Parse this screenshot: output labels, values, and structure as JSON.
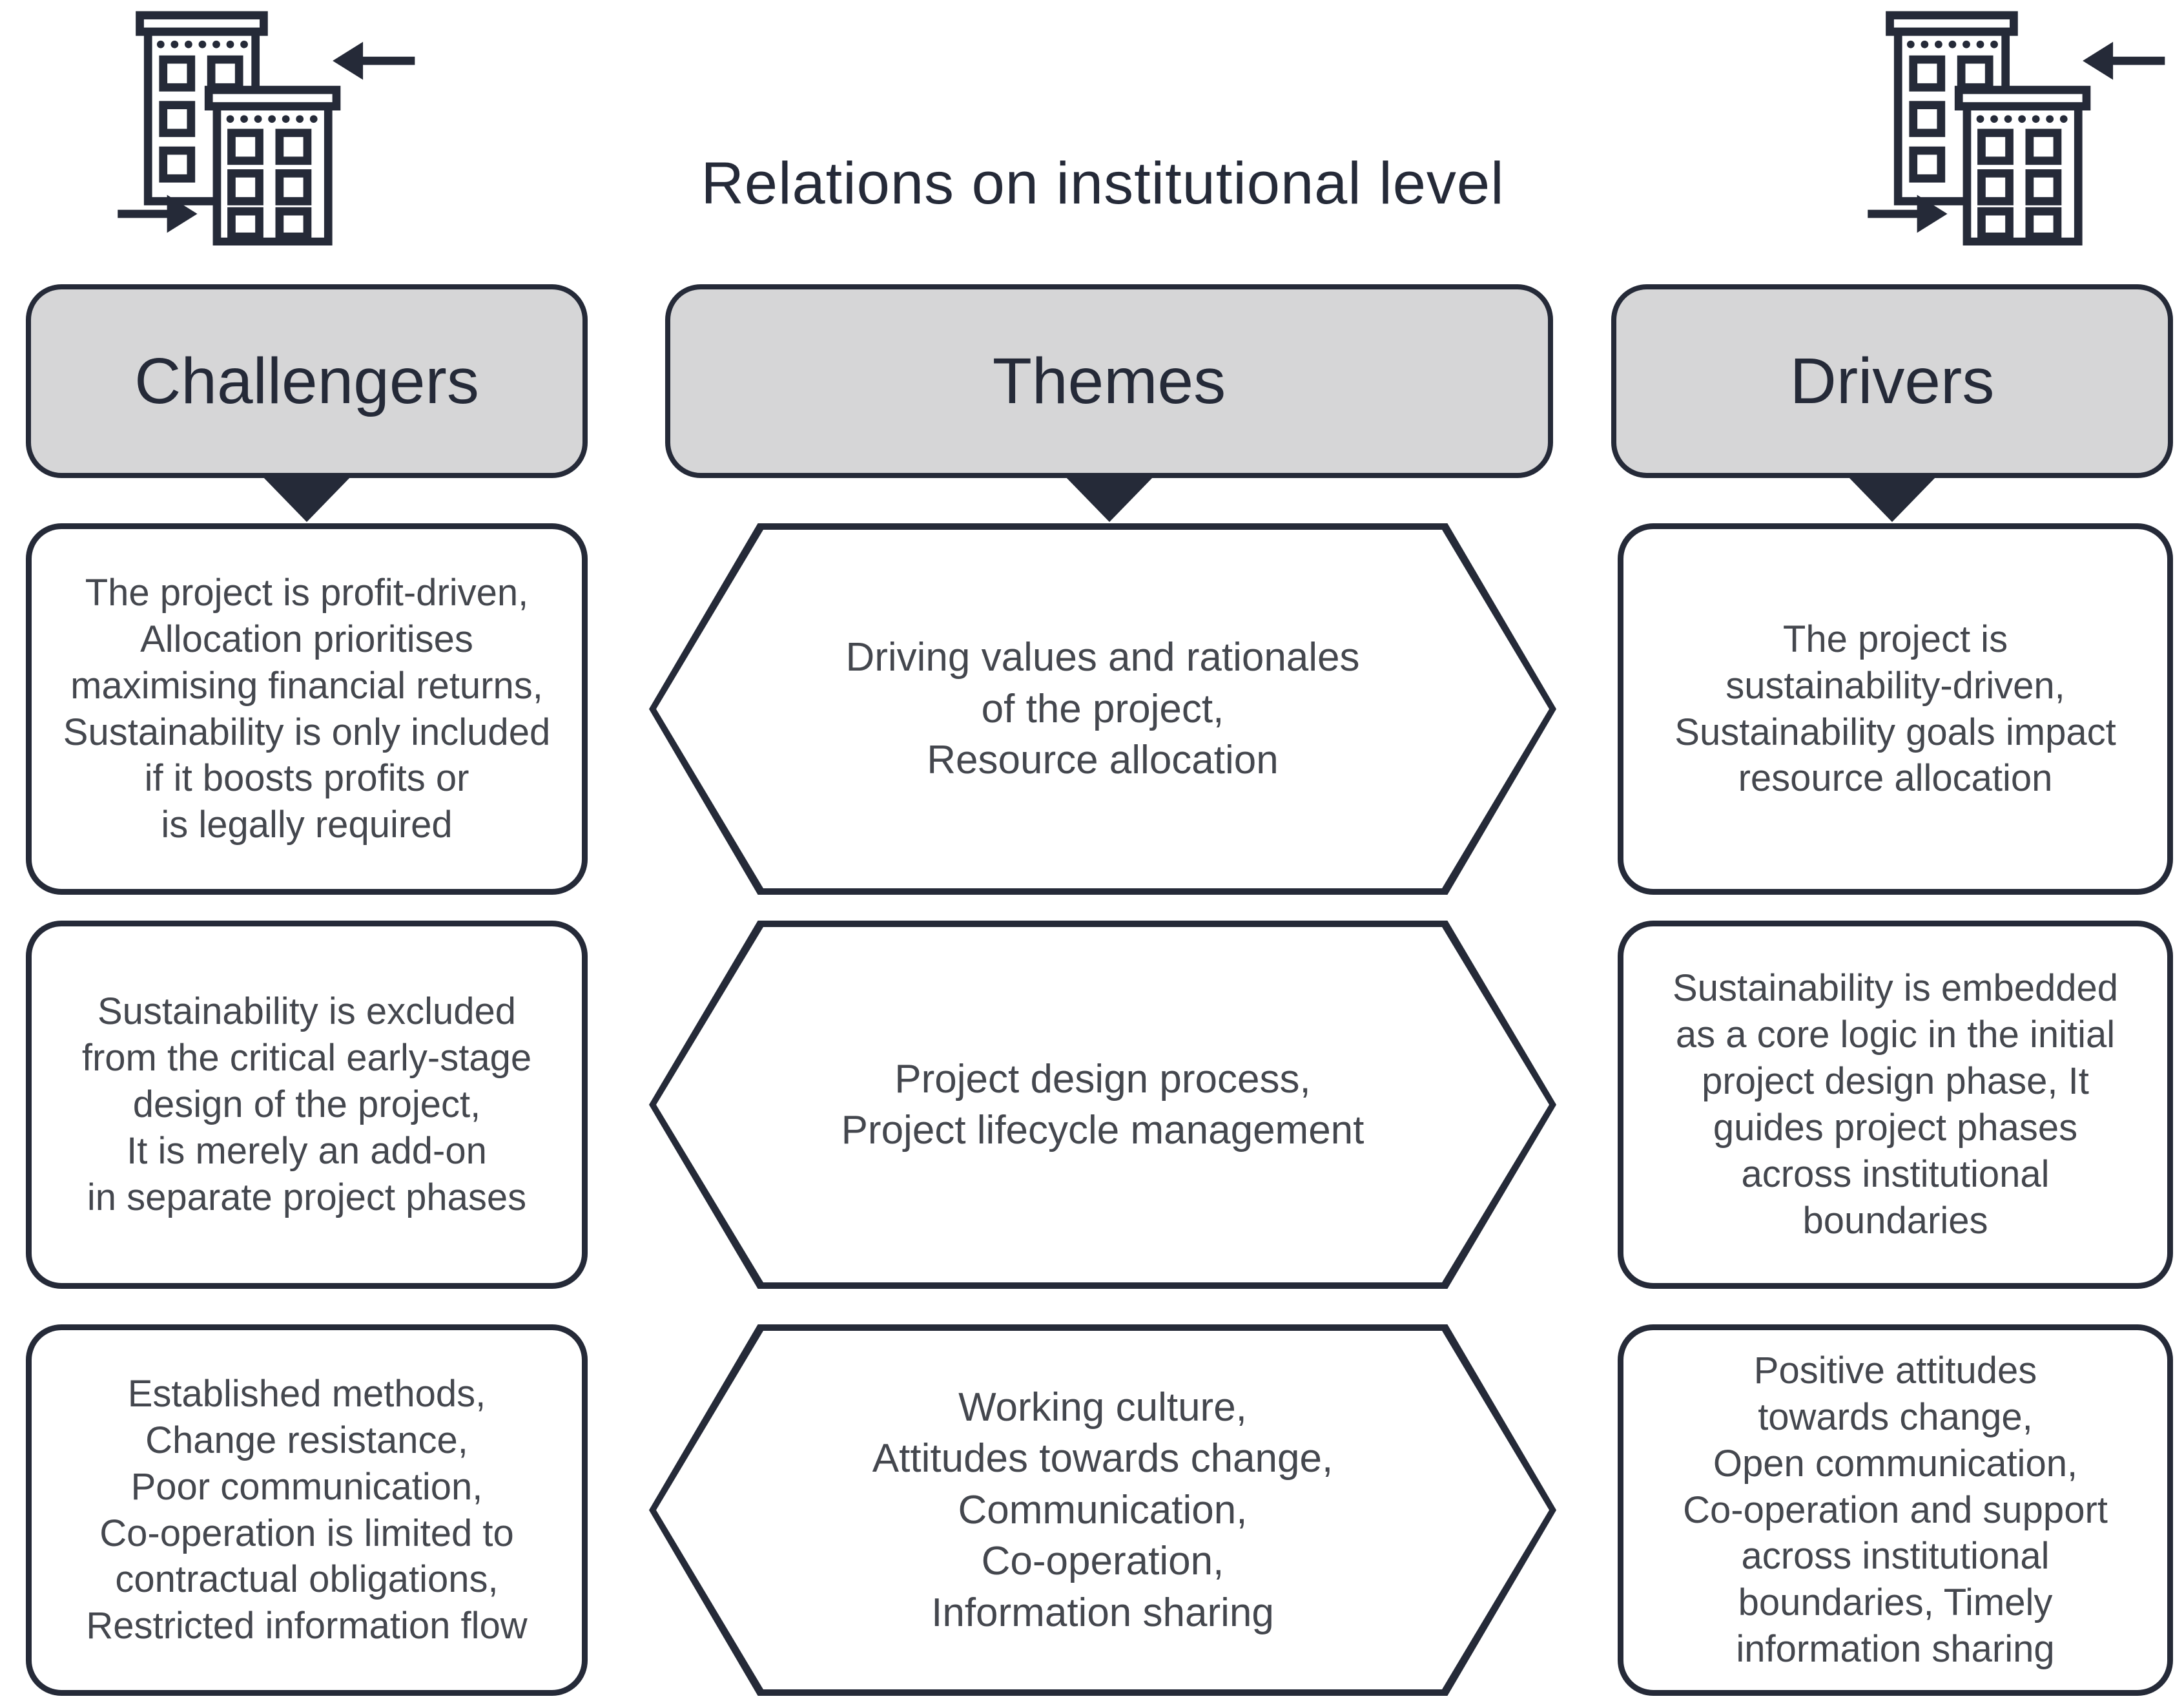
{
  "title": "Relations on institutional level",
  "columns": [
    {
      "header": "Challengers",
      "shape": "rounded-box",
      "items": [
        "The project is profit-driven,\nAllocation prioritises\nmaximising financial returns,\nSustainability is only included\nif it boosts profits or\nis legally required",
        "Sustainability is excluded\nfrom the critical early-stage\ndesign of the project,\nIt is merely an add-on\nin separate project phases",
        "Established methods,\nChange resistance,\nPoor communication,\nCo-operation is limited to\ncontractual obligations,\nRestricted information flow"
      ]
    },
    {
      "header": "Themes",
      "shape": "hexagon",
      "items": [
        "Driving values and rationales\nof the project,\nResource allocation",
        "Project design process,\nProject lifecycle management",
        "Working culture,\nAttitudes towards change,\nCommunication,\nCo-operation,\nInformation sharing"
      ]
    },
    {
      "header": "Drivers",
      "shape": "rounded-box",
      "items": [
        "The project is\nsustainability-driven,\nSustainability goals impact\nresource allocation",
        "Sustainability is embedded\nas a core logic in the initial\nproject design phase, It\nguides project phases\nacross institutional\nboundaries",
        "Positive attitudes\ntowards change,\nOpen communication,\nCo-operation and support\nacross institutional\nboundaries, Timely\ninformation sharing"
      ]
    }
  ],
  "icons": {
    "left": "buildings-exchange-icon",
    "right": "buildings-exchange-icon"
  },
  "colors": {
    "ink": "#252a38",
    "body_text": "#44474e",
    "header_fill": "#d6d6d7",
    "background": "#ffffff"
  }
}
